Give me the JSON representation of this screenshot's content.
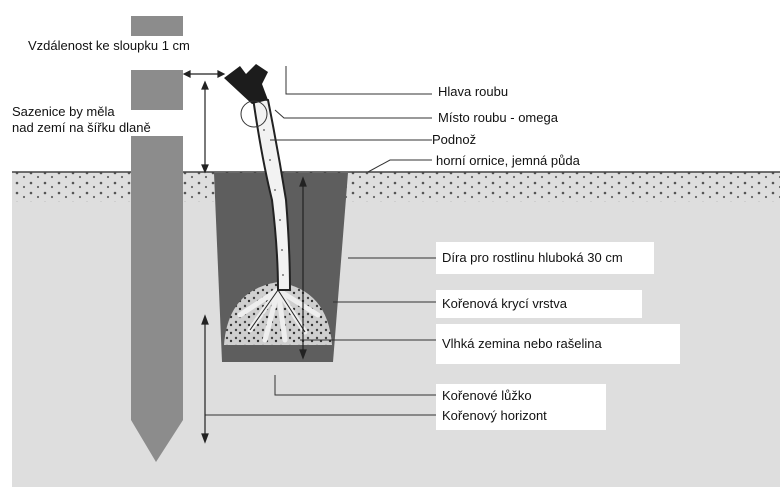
{
  "labels": {
    "distance": "Vzdálenost ke sloupku 1 cm",
    "height_line1": "Sazenice by měla",
    "height_line2": "nad zemí na šířku dlaně",
    "graft_head": "Hlava roubu",
    "graft_point": "Místo roubu - omega",
    "rootstock": "Podnož",
    "topsoil": "horní ornice, jemná půda",
    "hole": "Díra pro rostlinu hluboká 30 cm",
    "root_cover": "Kořenová krycí vrstva",
    "moist_soil": "Vlhká zemina nebo rašelina",
    "root_bed": "Kořenové lůžko",
    "root_horizon": "Kořenový horizont"
  },
  "colors": {
    "ground": "#dedede",
    "hole": "#5e5e5e",
    "stake": "#8c8c8c",
    "line": "#333333",
    "paper": "#ffffff"
  }
}
